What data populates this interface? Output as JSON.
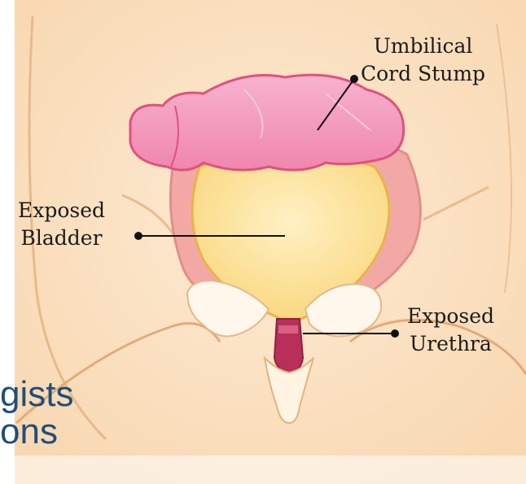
{
  "labels": {
    "umbilical_line1": "Umbilical",
    "umbilical_line2": "Cord Stump",
    "bladder_line1": "Exposed",
    "bladder_line2": "Bladder",
    "urethra_line1": "Exposed",
    "urethra_line2": "Urethra"
  },
  "slide_fragment": {
    "line1": "gists",
    "line2": "ons"
  },
  "colors": {
    "skin": "#fbe3c4",
    "bladder": "#fde3a0",
    "cord": "#f59bbd",
    "urethra": "#b92f5a"
  }
}
